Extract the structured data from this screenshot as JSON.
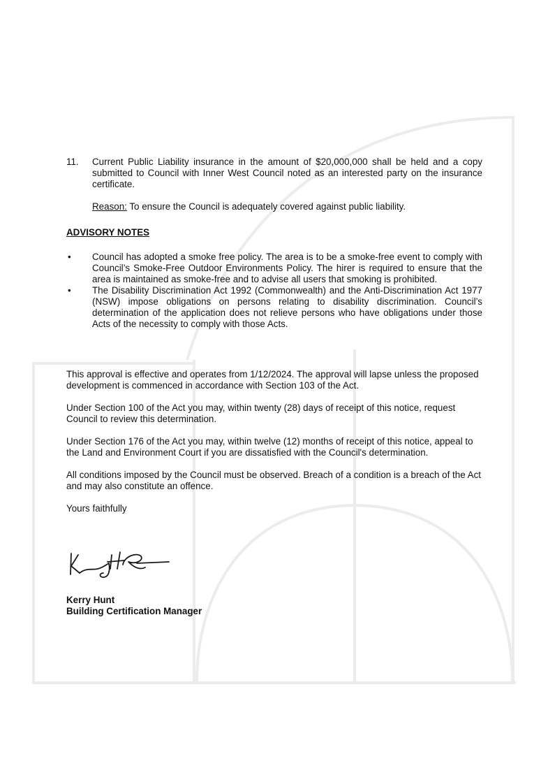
{
  "condition": {
    "number": "11.",
    "text": "Current Public Liability insurance in the amount of $20,000,000 shall be held and a copy submitted to Council with Inner West Council noted as an interested party on the insurance certificate.",
    "reason_label": "Reason:",
    "reason_text": " To ensure the Council is adequately covered against public liability."
  },
  "advisory_notes": {
    "heading": "ADVISORY NOTES",
    "bullet_symbol": "•",
    "items": [
      {
        "text": "Council has adopted a smoke free policy. The area is to be a smoke-free event to comply with Council’s Smoke-Free Outdoor Environments Policy. The hirer is required to ensure that the area  is maintained as smoke-free and to advise all users that smoking is prohibited."
      },
      {
        "text": "The Disability Discrimination Act 1992 (Commonwealth) and the Anti-Discrimination Act 1977 (NSW) impose obligations on persons relating to disability discrimination. Council’s determination of the application does not relieve persons who have obligations under those Acts of the necessity to comply with those Acts."
      }
    ]
  },
  "approval": {
    "paragraphs": [
      "This approval is effective and operates from 1/12/2024. The approval will lapse unless the proposed development is commenced in accordance with Section 103 of the Act.",
      "Under Section 100 of the Act you may, within twenty (28) days of receipt of this notice, request Council to review this determination.",
      "Under Section 176 of the Act you may, within twelve (12) months of receipt of this notice, appeal to the Land and Environment Court if you are dissatisfied with the Council's determination.",
      "All conditions imposed by the Council must be observed.  Breach of a condition is a breach of the Act and may also constitute an offence."
    ],
    "effective_date": "1/12/2024"
  },
  "signoff": {
    "closing": "Yours faithfully",
    "signature_icon": "handwritten-signature",
    "name": "Kerry Hunt",
    "title": "Building Certification Manager"
  },
  "colors": {
    "text": "#111111",
    "watermark": "#ececec",
    "background": "#ffffff"
  }
}
